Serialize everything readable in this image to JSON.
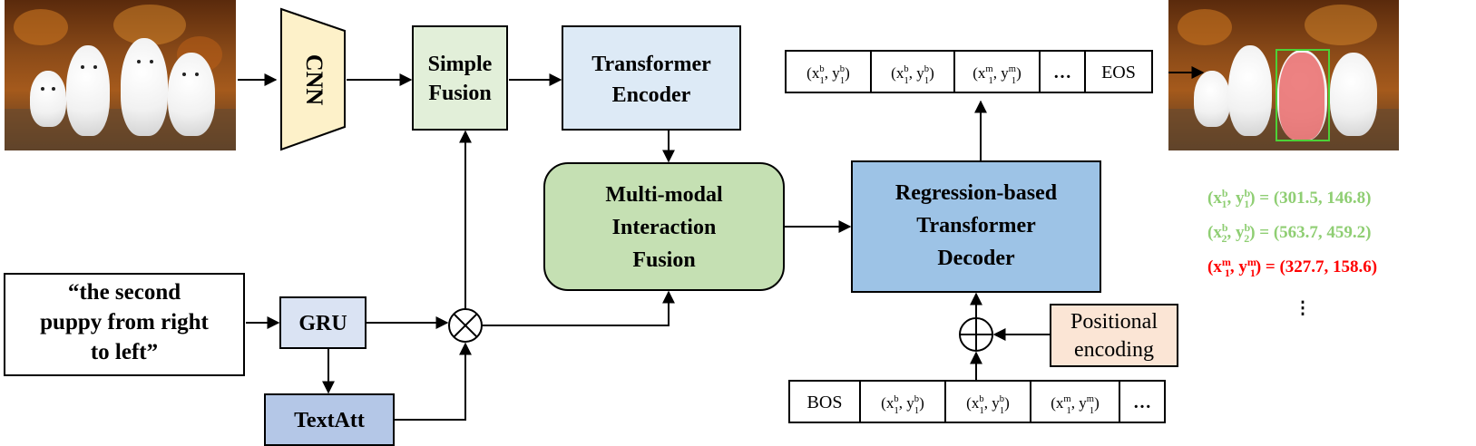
{
  "input_image": {
    "icon": "bichon-puppies-photo"
  },
  "output_image": {
    "icon": "bichon-puppies-segmented-photo",
    "box_color": "#4cd137",
    "mask_color": "#e85f5f"
  },
  "query_text": {
    "line1": "“the second",
    "line2": "puppy from right",
    "line3": "to left”"
  },
  "blocks": {
    "cnn": "CNN",
    "simple_fusion": {
      "line1": "Simple",
      "line2": "Fusion"
    },
    "transformer_encoder": {
      "line1": "Transformer",
      "line2": "Encoder"
    },
    "mmif": {
      "line1": "Multi-modal",
      "line2": "Interaction",
      "line3": "Fusion"
    },
    "decoder": {
      "line1": "Regression-based",
      "line2": "Transformer",
      "line3": "Decoder"
    },
    "gru": "GRU",
    "textatt": "TextAtt",
    "positional_encoding": {
      "line1": "Positional",
      "line2": "encoding"
    }
  },
  "output_tokens": [
    {
      "x": "x",
      "y": "y",
      "sup": "b",
      "sub": "1"
    },
    {
      "x": "x",
      "y": "y",
      "sup": "b",
      "sub": "1"
    },
    {
      "x": "x",
      "y": "y",
      "sup": "m",
      "sub": "1"
    },
    {
      "text": "…"
    },
    {
      "text": "EOS"
    }
  ],
  "input_tokens": [
    {
      "text": "BOS"
    },
    {
      "x": "x",
      "y": "y",
      "sup": "b",
      "sub": "1"
    },
    {
      "x": "x",
      "y": "y",
      "sup": "b",
      "sub": "1"
    },
    {
      "x": "x",
      "y": "y",
      "sup": "m",
      "sub": "1"
    },
    {
      "text": "…"
    }
  ],
  "coordinates": [
    {
      "sup": "b",
      "sub": "1",
      "value": "(301.5, 146.8)",
      "color": "#8fce73"
    },
    {
      "sup": "b",
      "sub": "2",
      "value": "(563.7, 459.2)",
      "color": "#8fce73"
    },
    {
      "sup": "m",
      "sub": "1",
      "value": "(327.7, 158.6)",
      "color": "#ff0000"
    }
  ],
  "coordinates_more": "⋮",
  "colors": {
    "cnn": "#fdf1c9",
    "simple_fusion": "#e2efd9",
    "encoder": "#ddeaf6",
    "mmif": "#c5e0b3",
    "decoder": "#9dc3e6",
    "gru": "#dae3f3",
    "textatt": "#b4c7e7",
    "positional": "#fbe5d5"
  }
}
